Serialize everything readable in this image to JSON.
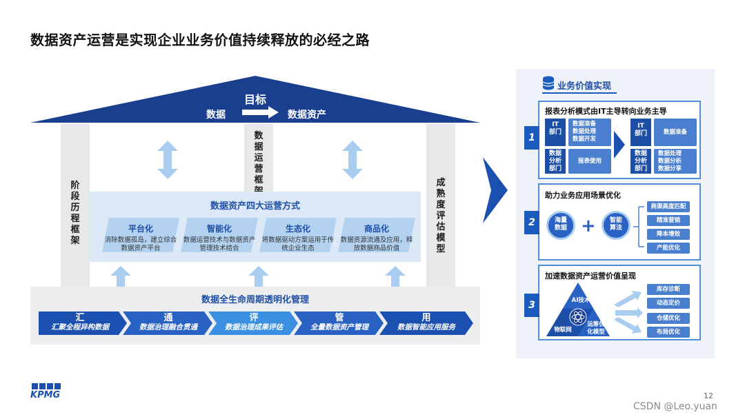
{
  "title": "数据资产运营是实现企业业务价值持续释放的必经之路",
  "roof": {
    "goal": "目标",
    "from": "数据",
    "to": "数据资产"
  },
  "pillars": {
    "left": "阶段历程框架",
    "center": "数据运营框架",
    "right": "成熟度评估模型"
  },
  "mid": {
    "title": "数据资产四大运营方式",
    "cards": [
      {
        "title": "平台化",
        "desc": "消除数据孤岛，建立综合数据资产平台"
      },
      {
        "title": "智能化",
        "desc": "数据运营技术与数据资产管理技术结合"
      },
      {
        "title": "生态化",
        "desc": "将数据驱动方案运用于传统企业生态"
      },
      {
        "title": "商品化",
        "desc": "数据资源流通及应用，释放数据商品价值"
      }
    ]
  },
  "base": {
    "title": "数据全生命周期透明化管理",
    "steps": [
      {
        "char": "汇",
        "label": "汇聚全程异构数据"
      },
      {
        "char": "通",
        "label": "数据治理融合贯通"
      },
      {
        "char": "评",
        "label": "数据治理成果评估"
      },
      {
        "char": "管",
        "label": "全量数据资产管理"
      },
      {
        "char": "用",
        "label": "数据智能应用服务"
      }
    ]
  },
  "right": {
    "title": "业务价值实现",
    "s1": {
      "num": "1",
      "heading": "报表分析模式由IT主导转向业务主导",
      "left_it": "IT部门",
      "left_it_items": [
        "数据准备",
        "数据处理",
        "数据开发"
      ],
      "left_da": "数据分析部门",
      "left_da_items": [
        "报表使用"
      ],
      "right_it": "IT部门",
      "right_it_items": [
        "数据准备"
      ],
      "right_da": "数据分析部门",
      "right_da_items": [
        "数据处理",
        "数据分析",
        "数据分享"
      ]
    },
    "s2": {
      "num": "2",
      "heading": "助力业务应用场景优化",
      "a": "海量数据",
      "b": "智能算法",
      "items": [
        "商渠高度匹配",
        "精准营销",
        "降本增效",
        "产能优化"
      ]
    },
    "s3": {
      "num": "3",
      "heading": "加速数据资产运营价值呈现",
      "tri": [
        "AI技术",
        "物联网",
        "运筹优化模型"
      ],
      "items": [
        "库存诊断",
        "动态定价",
        "仓储优化",
        "布局优化"
      ]
    }
  },
  "footer": {
    "logo": "KPMG",
    "page": "12",
    "watermark": "CSDN @Leo.yuan"
  },
  "colors": {
    "primary": "#1e4fa6",
    "accent": "#4f8fd8",
    "light": "#dbe8f6",
    "dark": "#1a3f8f"
  }
}
